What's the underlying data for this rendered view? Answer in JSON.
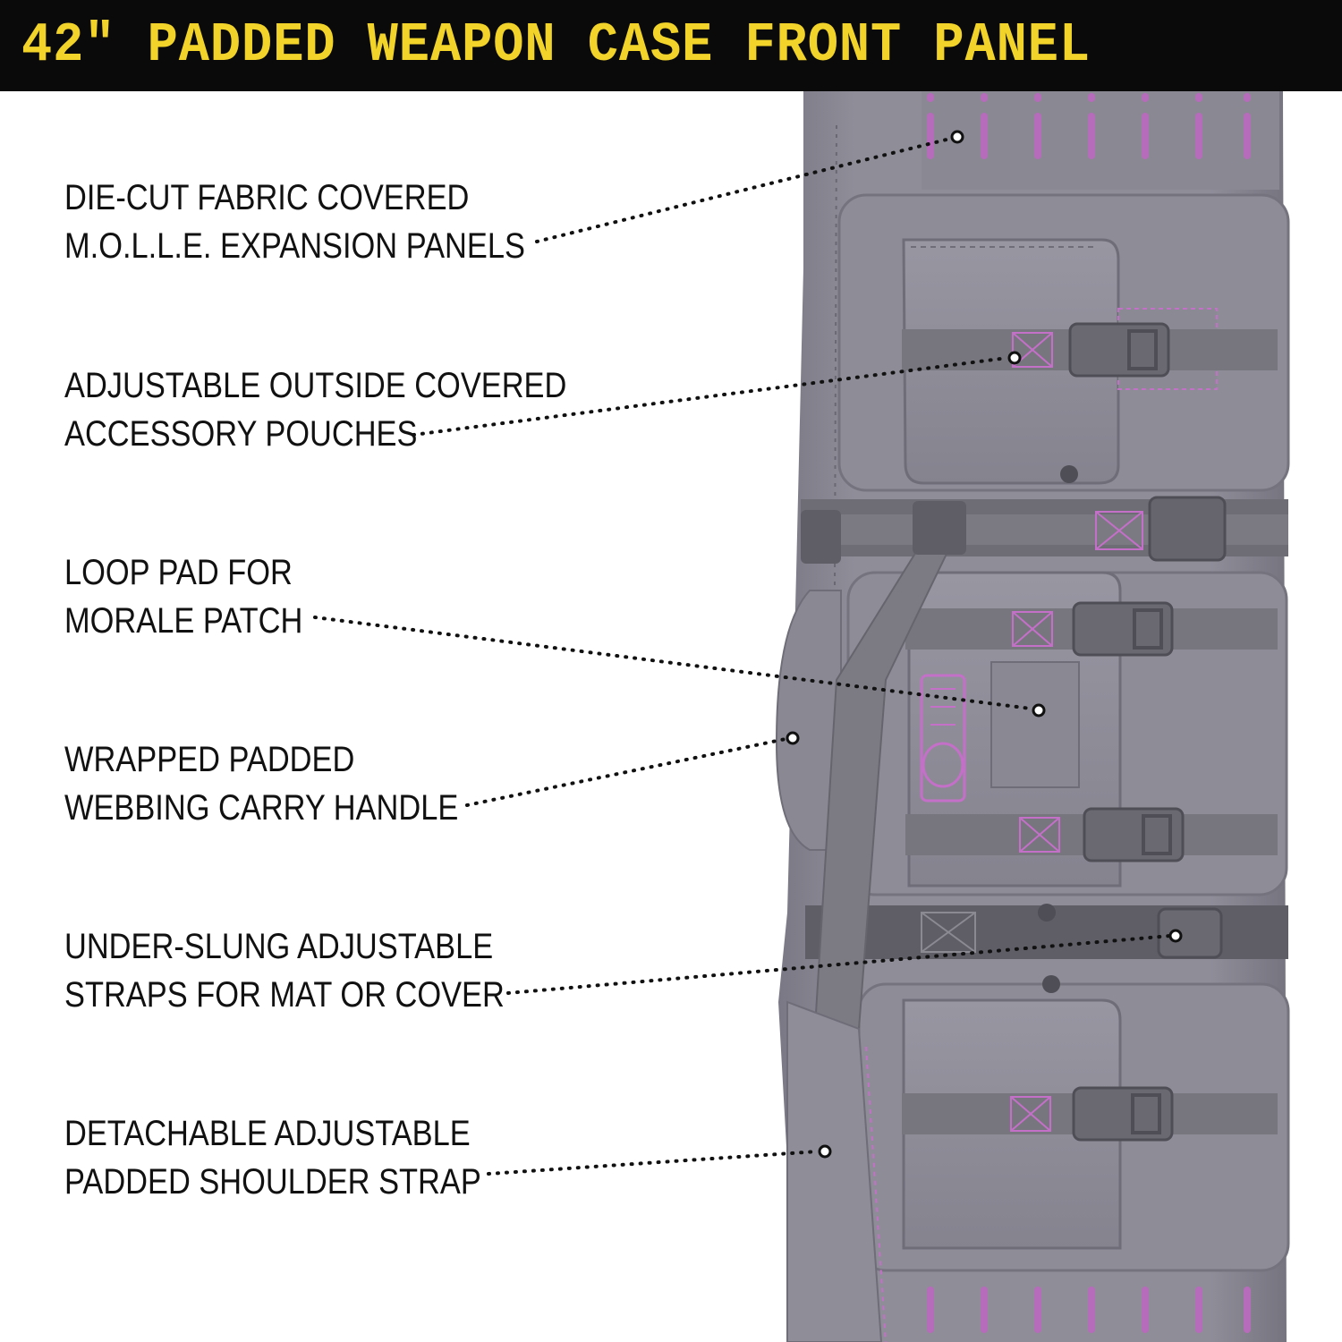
{
  "header": {
    "title": "42\" PADDED WEAPON CASE FRONT PANEL"
  },
  "colors": {
    "header_bg": "#0a0a0a",
    "title": "#f2d32a",
    "fabric": "#8d8b96",
    "fabric_dark": "#6d6b76",
    "webbing": "#77767e",
    "accent_stitch": "#c46fc8",
    "leader": "#111111"
  },
  "callouts": [
    {
      "id": "molle",
      "line1": "DIE-CUT FABRIC COVERED",
      "line2": "M.O.L.L.E. EXPANSION PANELS"
    },
    {
      "id": "pouches",
      "line1": "ADJUSTABLE OUTSIDE COVERED",
      "line2": "ACCESSORY POUCHES"
    },
    {
      "id": "loop-pad",
      "line1": "LOOP PAD FOR",
      "line2": "MORALE PATCH"
    },
    {
      "id": "handle",
      "line1": "WRAPPED PADDED",
      "line2": "WEBBING CARRY HANDLE"
    },
    {
      "id": "straps",
      "line1": "UNDER-SLUNG ADJUSTABLE",
      "line2": "STRAPS FOR MAT OR COVER"
    },
    {
      "id": "shoulder",
      "line1": "DETACHABLE ADJUSTABLE",
      "line2": "PADDED SHOULDER STRAP"
    }
  ]
}
